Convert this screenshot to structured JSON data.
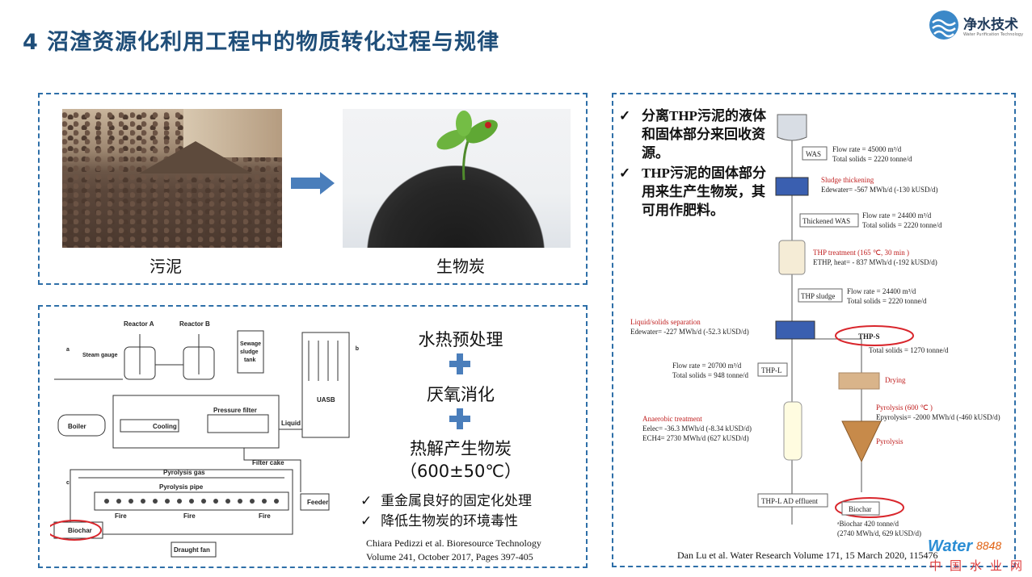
{
  "title": "4 沼渣资源化利用工程中的物质转化过程与规律",
  "logo": {
    "text": "净水技术",
    "subtitle": "Water Purification Technology"
  },
  "top_panel": {
    "left_label": "污泥",
    "right_label": "生物炭"
  },
  "bottom_panel": {
    "diagram": {
      "reactor_a": "Reactor A",
      "reactor_b": "Reactor B",
      "steam_gauge": "Steam gauge",
      "sewage_tank": [
        "Sewage",
        "sludge",
        "tank"
      ],
      "uasb": "UASB",
      "boiler": "Boiler",
      "cooling": "Cooling",
      "pressure_filter": "Pressure filter",
      "liquid": "Liquid",
      "filter_cake": "Filter cake",
      "pyrolysis_gas": "Pyrolysis gas",
      "pyrolysis_pipe": "Pyrolysis pipe",
      "feeder": "Feeder",
      "fire": "Fire",
      "biochar": "Biochar",
      "draught_fan": "Draught fan",
      "label_a": "a",
      "label_b": "b",
      "label_c": "c"
    },
    "steps": [
      "水热预处理",
      "厌氧消化",
      "热解产生物炭",
      "（600±50℃）"
    ],
    "checks": [
      "重金属良好的固定化处理",
      "降低生物炭的环境毒性"
    ],
    "citation_lines": [
      "Chiara Pedizzi et al. Bioresource Technology",
      "Volume 241, October 2017, Pages 397-405"
    ]
  },
  "right_panel": {
    "bullets": [
      "分离THP污泥的液体和固体部分来回收资源。",
      "THP污泥的固体部分用来生产生物炭，其可用作肥料。"
    ],
    "flow": {
      "was": "WAS",
      "was_flow": "Flow rate = 45000 m³/d",
      "was_solids": "Total solids = 2220 tonne/d",
      "thickening": "Sludge thickening",
      "thickening_e": "Edewater= -567 MWh/d (-130 kUSD/d)",
      "thickened_was": "Thickened WAS",
      "thickened_flow": "Flow rate = 24400 m³/d",
      "thickened_solids": "Total solids = 2220 tonne/d",
      "thp_treatment": "THP treatment (165 ℃, 30 min )",
      "thp_e": "ETHP, heat= - 837 MWh/d (-192 kUSD/d)",
      "thp_sludge": "THP sludge",
      "thp_sludge_flow": "Flow rate = 24400 m³/d",
      "thp_sludge_solids": "Total solids = 2220 tonne/d",
      "separation": "Liquid/solids separation",
      "separation_e": "Edewater= -227 MWh/d (-52.3 kUSD/d)",
      "thp_s": "THP-S",
      "thp_s_solids": "Total solids = 1270 tonne/d",
      "thp_l_flow": "Flow rate = 20700 m³/d",
      "thp_l_solids": "Total solids = 948 tonne/d",
      "thp_l": "THP-L",
      "drying": "Drying",
      "pyrolysis_temp": "Pyrolysis (600 ℃ )",
      "pyrolysis_e": "Epyrolysis= -2000 MWh/d (-460 kUSD/d)",
      "anaerobic": "Anaerobic treatment",
      "anaerobic_elec": "Eelec= -36.3 MWh/d (-8.34 kUSD/d)",
      "anaerobic_ch4": "ECH4= 2730 MWh/d (627 kUSD/d)",
      "pyrolysis": "Pyrolysis",
      "thp_l_effluent": "THP-L AD effluent",
      "biochar": "Biochar",
      "biochar_note1": "ᵃBiochar 420 tonne/d",
      "biochar_note2": "(2740 MWh/d, 629 kUSD/d)"
    },
    "citation": "Dan Lu et al. Water Research Volume 171, 15 March 2020, 115476"
  },
  "watermark": {
    "brand": "Water",
    "number": "8848",
    "cn": "中国水业网"
  },
  "colors": {
    "title": "#1f4e79",
    "dashed_border": "#2e6fa8",
    "arrow": "#4a7ebb",
    "red_ellipse": "#d9262c"
  }
}
